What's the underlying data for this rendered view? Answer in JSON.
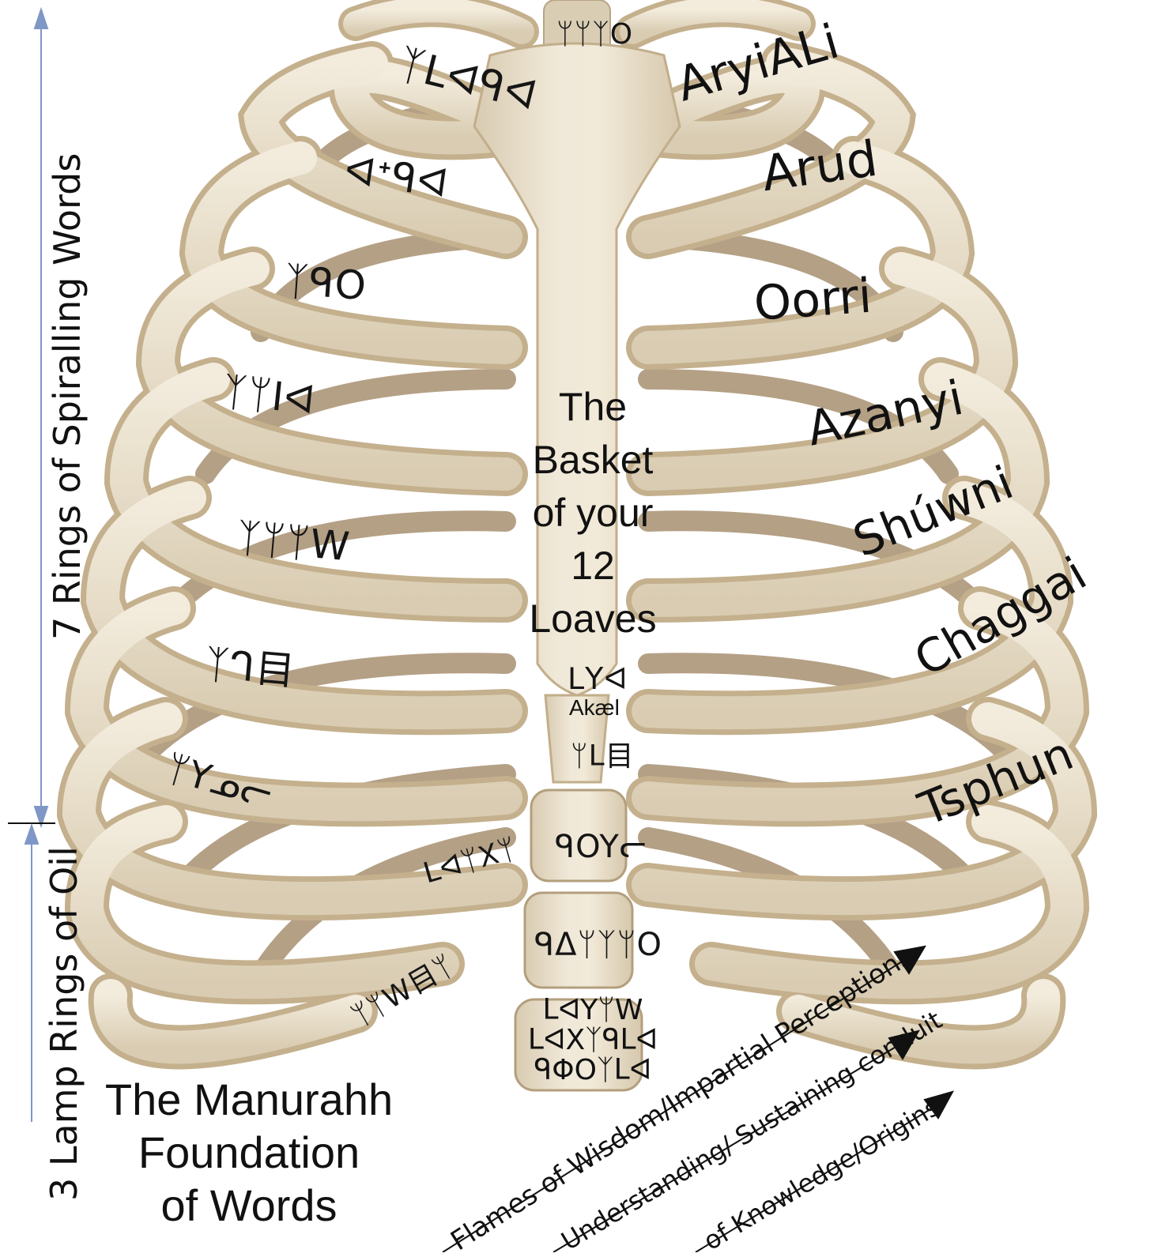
{
  "side_labels": {
    "upper": "7 Rings of Spiralling Words",
    "lower": "3 Lamp Rings of Oil"
  },
  "right_names": [
    "AryiALi",
    "Arud",
    "Oorri",
    "Azanyi",
    "Shúwni",
    "Chaggai",
    "Tsphun"
  ],
  "left_glyphs": [
    "ᛉᒪᐊᑫᐊ",
    "ᐊᐩᑫᐊ",
    "ᛉᑫO",
    "ᛉᛘIᐊ",
    "ᛉᛘᛘW",
    "ᛉᒉ目",
    "ᛘYᓄᓕ"
  ],
  "sternum": {
    "top_glyph": "ᛘᛘᛉO",
    "basket_lines": [
      "The Basket",
      "of your",
      "12",
      "Loaves"
    ],
    "akael_glyph": "ᒪYᐊ",
    "akael_name": "Akæl",
    "lower_glyph": "ᛘᒪ目"
  },
  "lower_glyphs": {
    "left1": "ᒪᐊᛘXᛘ",
    "left2": "ᛘᛘW目ᛘ",
    "vert1": "ᑫOYᓕ",
    "vert2": "ᑫᐃᛘᛉᛘO",
    "vert3_lines": [
      "ᒪᐊYᛘW",
      "ᒪᐊXᛉᑫᒪᐊ",
      "ᑫΦOᛉᒪᐊ"
    ]
  },
  "foundation_lines": [
    "The Manurahh",
    "Foundation",
    "of Words"
  ],
  "arrows": {
    "a1": "Flames of Wisdom/Impartial Perceptions",
    "a2": "Understanding/ Sustaining conduit",
    "a3": "of Knowledge/Origins"
  },
  "colors": {
    "bone": "#e9e0cc",
    "bone_shade": "#c9b797",
    "bone_dark": "#9c8666",
    "marker": "#7f97c7"
  }
}
